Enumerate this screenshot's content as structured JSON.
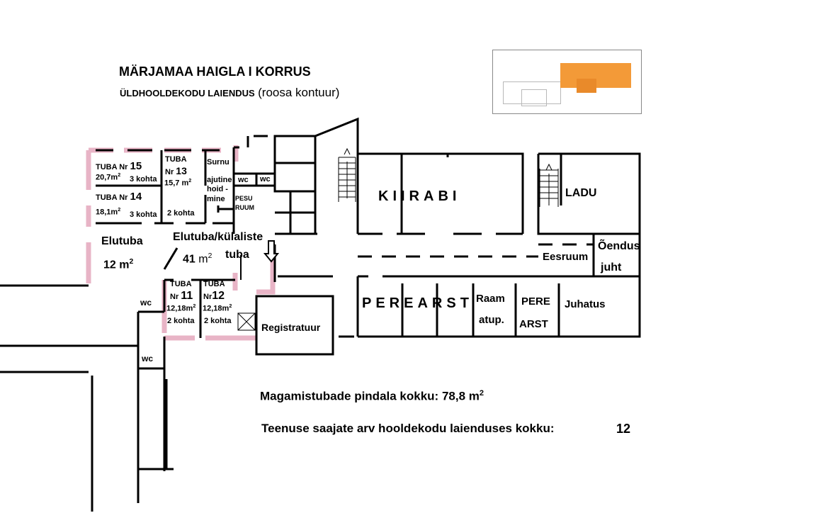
{
  "header": {
    "title": "MÄRJAMAA HAIGLA I KORRUS",
    "subtitle_bold": "ÜLDHOOLDEKODU  LAIENDUS",
    "subtitle_note": "(roosa kontuur)"
  },
  "colors": {
    "pink_outline": "#e8b4c6",
    "walls": "#000000",
    "thumbnail_highlight": "#f39a38"
  },
  "rooms": {
    "tuba15": {
      "label": "TUBA Nr",
      "num": "15",
      "area": "20,7m",
      "places": "3 kohta"
    },
    "tuba14": {
      "label": "TUBA Nr",
      "num": "14",
      "area": "18,1m",
      "places": "3 kohta"
    },
    "tuba13": {
      "label1": "TUBA",
      "label2": "Nr",
      "num": "13",
      "area": "15,7 m",
      "places": "2 kohta"
    },
    "surnu": {
      "l1": "Surnu",
      "l2": "ajutine",
      "l3": "hoid -",
      "l4": "mine"
    },
    "wc_a": "wc",
    "wc_b": "wc",
    "pesuruum": {
      "l1": "PESU",
      "l2": "RUUM"
    },
    "elutuba": {
      "name": "Elutuba",
      "area": "12 m"
    },
    "elutuba2": {
      "name": "Elutuba/külaliste",
      "area": "41",
      "unit": "m",
      "name2": "tuba"
    },
    "tuba11": {
      "l1": "TUBA",
      "l2": "Nr",
      "num": "11",
      "area": "12,18m",
      "places": "2 kohta"
    },
    "tuba12": {
      "l1": "TUBA",
      "l2": "Nr",
      "num": "12",
      "area": "12,18m",
      "places": "2 kohta"
    },
    "wc_c": "wc",
    "wc_d": "wc",
    "registratuur": "Registratuur",
    "kiirabi": "KIIRABI",
    "ladu": "LADU",
    "eesruum": "Eesruum",
    "oendusjuht": {
      "l1": "Õendus",
      "l2": "juht"
    },
    "perearst": "PEREARST",
    "raamatup": {
      "l1": "Raam",
      "l2": "atup."
    },
    "perearst2": {
      "l1": "PERE",
      "l2": "ARST"
    },
    "juhatus": "Juhatus"
  },
  "summary": {
    "area_text": "Magamistubade pindala kokku: 78,8 m",
    "area_sup": "2",
    "count_text": "Teenuse saajate arv hooldekodu laienduses kokku:",
    "count_value": "12"
  }
}
